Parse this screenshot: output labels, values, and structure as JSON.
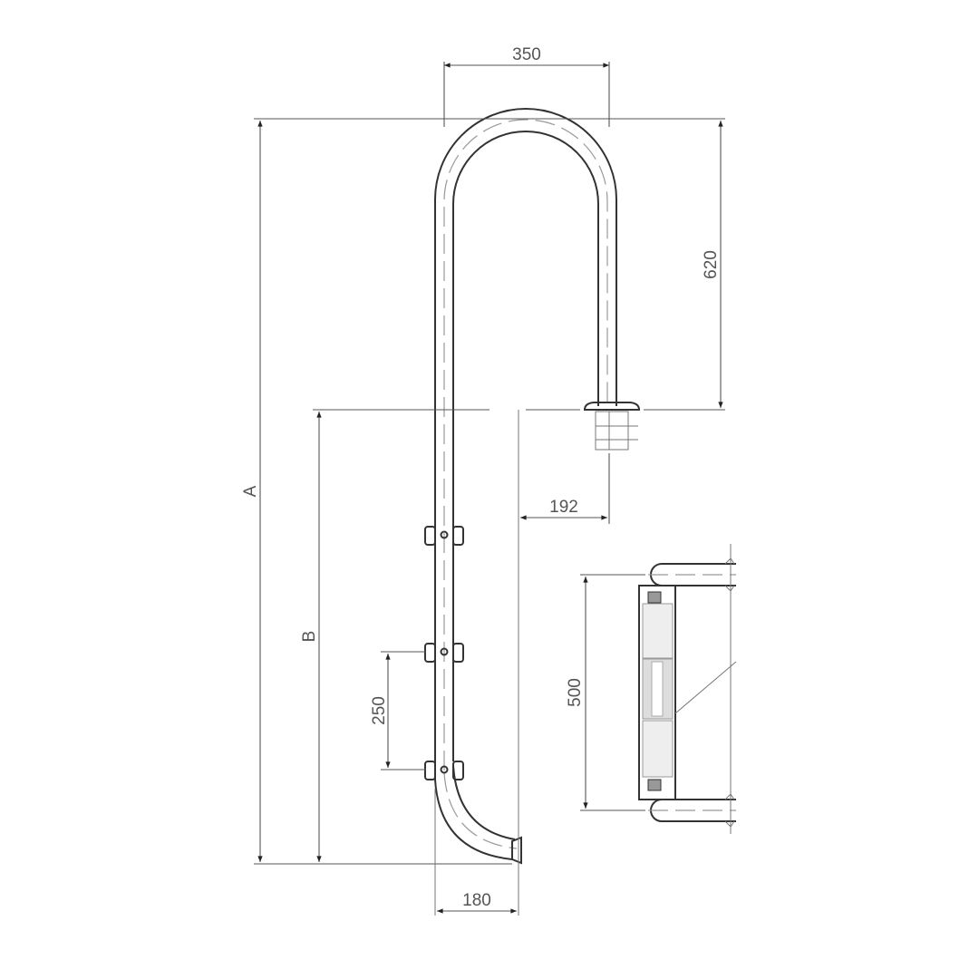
{
  "drawing": {
    "subject": "Pool ladder handrail technical drawing",
    "dimensions": {
      "top_width": "350",
      "top_height": "620",
      "overall_height": "A",
      "below_deck_height": "B",
      "anchor_offset": "192",
      "bracket_spacing": "250",
      "foot_offset": "180",
      "step_height": "500"
    }
  },
  "colors": {
    "line": "#333333",
    "dimension": "#555555",
    "centerline": "#999999",
    "background": "#ffffff"
  }
}
